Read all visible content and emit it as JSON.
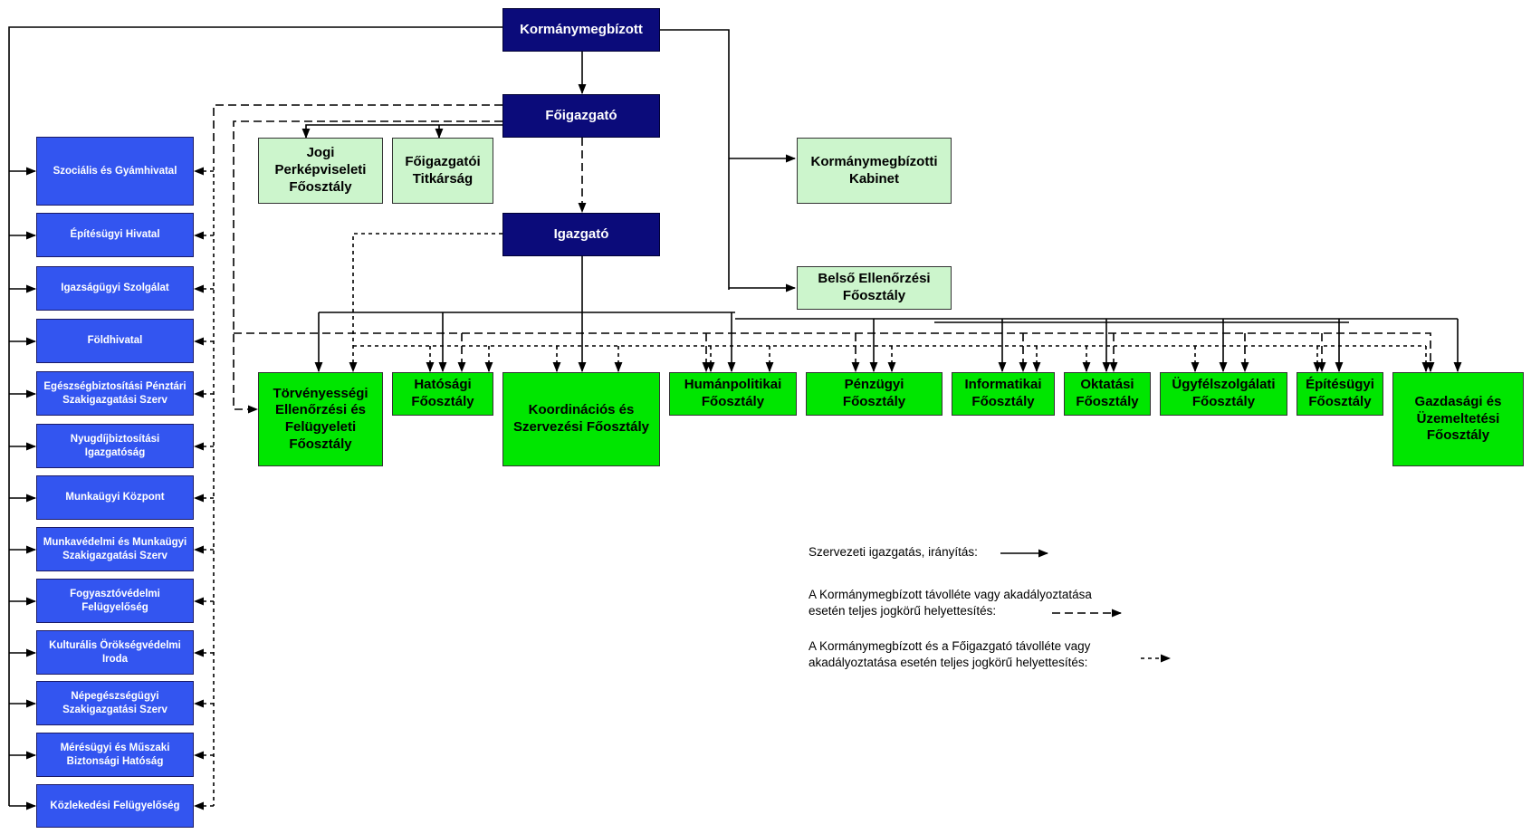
{
  "colors": {
    "navy": "#0b0b7a",
    "light_green": "#ccf5cc",
    "green": "#00e600",
    "blue": "#3355f0"
  },
  "top": {
    "kormanymegbizott": "Kormánymegbízott",
    "foigazgato": "Főigazgató",
    "igazgato": "Igazgató"
  },
  "staff": {
    "jogi": "Jogi\nPerképviseleti\nFőosztály",
    "titkarsag": "Főigazgatói\nTitkárság",
    "kabinet": "Kormánymegbízotti\nKabinet",
    "belso": "Belső Ellenőrzési\nFőosztály"
  },
  "departments": [
    "Törvényességi\nEllenőrzési és\nFelügyeleti\nFőosztály",
    "Hatósági\nFőosztály",
    "Koordinációs és\nSzervezési  Főosztály",
    "Humánpolitikai\nFőosztály",
    "Pénzügyi\nFőosztály",
    "Informatikai\nFőosztály",
    "Oktatási\nFőosztály",
    "Ügyfélszolgálati\nFőosztály",
    "Építésügyi\nFőosztály",
    "Gazdasági és\nÜzemeltetési\nFőosztály"
  ],
  "offices": [
    "Szociális és Gyámhivatal",
    "Építésügyi Hivatal",
    "Igazságügyi Szolgálat",
    "Földhivatal",
    "Egészségbiztosítási Pénztári Szakigazgatási Szerv",
    "Nyugdíjbiztosítási Igazgatóság",
    "Munkaügyi Központ",
    "Munkavédelmi és Munkaügyi Szakigazgatási Szerv",
    "Fogyasztóvédelmi Felügyelőség",
    "Kulturális Örökségvédelmi Iroda",
    "Népegészségügyi Szakigazgatási Szerv",
    "Mérésügyi és Műszaki Biztonsági Hatóság",
    "Közlekedési Felügyelőség"
  ],
  "legend": {
    "solid": "Szervezeti igazgatás, irányítás:",
    "long_dash": "A Kormánymegbízott távolléte vagy akadályoztatása\nesetén teljes jogkörű helyettesítés:",
    "short_dash": "A Kormánymegbízott és a Főigazgató távolléte vagy\nakadályoztatása esetén teljes jogkörű helyettesítés:"
  }
}
